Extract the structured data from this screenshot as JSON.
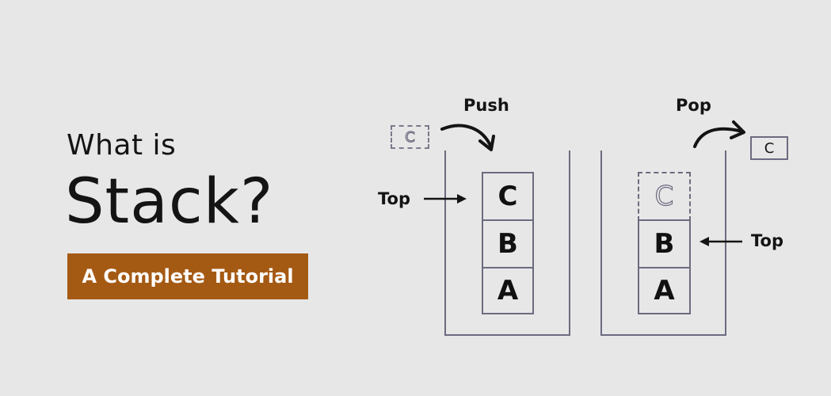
{
  "title": {
    "line1": "What is",
    "line2": "Stack?",
    "subtitle": "A Complete Tutorial"
  },
  "colors": {
    "background": "#e7e7e7",
    "text": "#141414",
    "badge": "#a55a14",
    "badge_text": "#ffffff",
    "outline": "#6b6b80"
  },
  "push_diagram": {
    "operation_label": "Push",
    "incoming_element": "C",
    "top_label": "Top",
    "stack": [
      "C",
      "B",
      "A"
    ]
  },
  "pop_diagram": {
    "operation_label": "Pop",
    "outgoing_element": "C",
    "removed_slot": "C",
    "top_label": "Top",
    "stack": [
      "B",
      "A"
    ]
  }
}
